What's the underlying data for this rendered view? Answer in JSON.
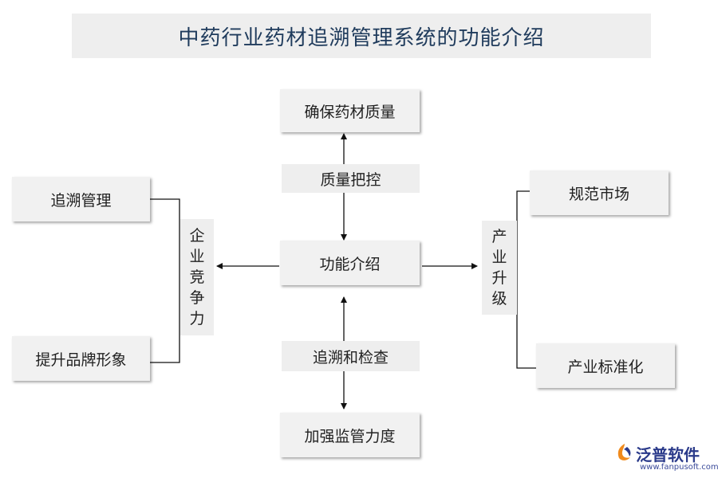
{
  "title": "中药行业药材追溯管理系统的功能介绍",
  "center": "功能介绍",
  "top": {
    "label": "质量把控",
    "box": "确保药材质量"
  },
  "bottom": {
    "label": "追溯和检查",
    "box": "加强监管力度"
  },
  "left": {
    "label_chars": [
      "企",
      "业",
      "竞",
      "争",
      "力"
    ],
    "box_top": "追溯管理",
    "box_bottom": "提升品牌形象"
  },
  "right": {
    "label_chars": [
      "产",
      "业",
      "升",
      "级"
    ],
    "box_top": "规范市场",
    "box_bottom": "产业标准化"
  },
  "logo": {
    "name": "泛普软件",
    "url": "www.fanpusoft.com"
  }
}
